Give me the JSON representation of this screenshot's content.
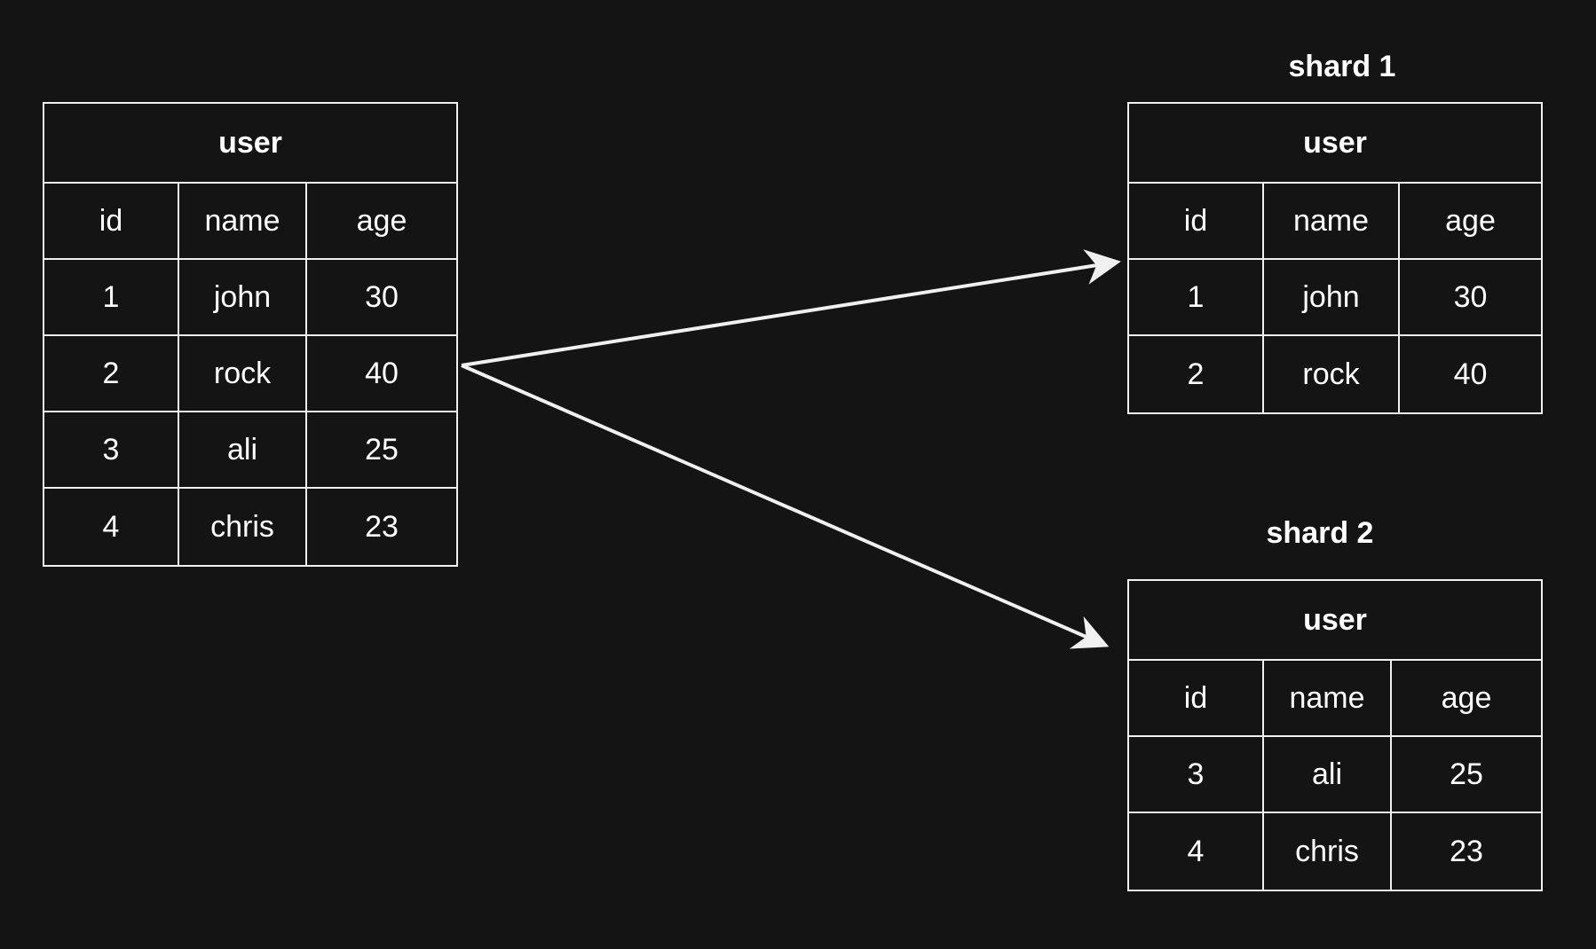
{
  "source_table": {
    "title": "user",
    "columns": [
      "id",
      "name",
      "age"
    ],
    "rows": [
      [
        "1",
        "john",
        "30"
      ],
      [
        "2",
        "rock",
        "40"
      ],
      [
        "3",
        "ali",
        "25"
      ],
      [
        "4",
        "chris",
        "23"
      ]
    ]
  },
  "shard1": {
    "label": "shard 1",
    "title": "user",
    "columns": [
      "id",
      "name",
      "age"
    ],
    "rows": [
      [
        "1",
        "john",
        "30"
      ],
      [
        "2",
        "rock",
        "40"
      ]
    ]
  },
  "shard2": {
    "label": "shard 2",
    "title": "user",
    "columns": [
      "id",
      "name",
      "age"
    ],
    "rows": [
      [
        "3",
        "ali",
        "25"
      ],
      [
        "4",
        "chris",
        "23"
      ]
    ]
  },
  "colors": {
    "background": "#141414",
    "line": "#f0f0f0",
    "text": "#ffffff"
  }
}
